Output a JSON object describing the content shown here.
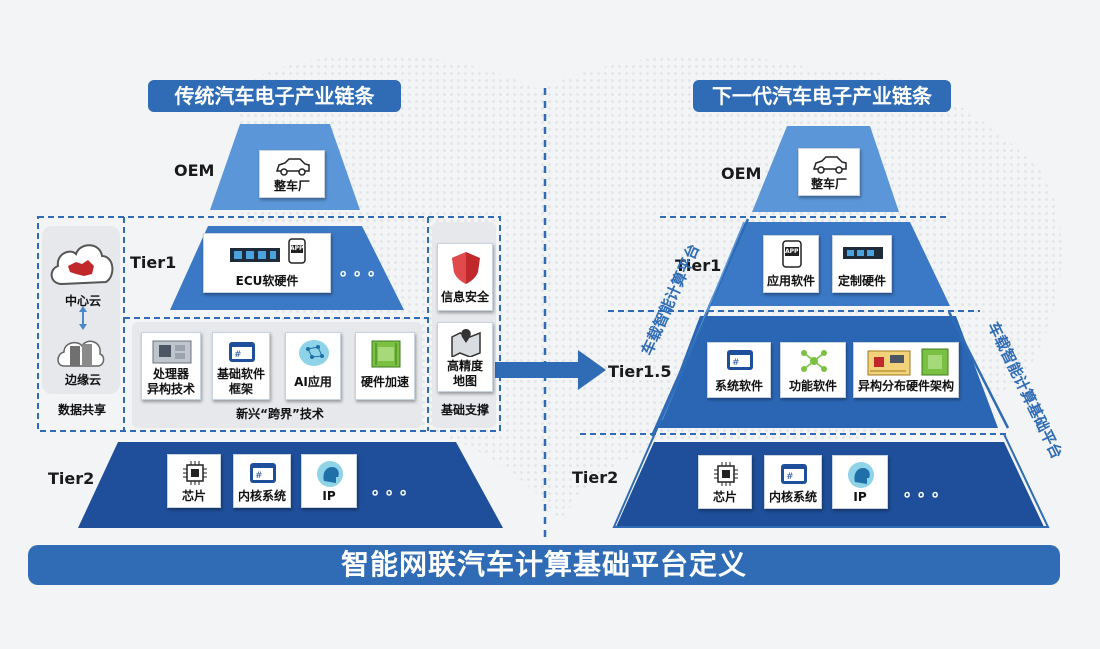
{
  "left_title": "传统汽车电子产业链条",
  "right_title": "下一代汽车电子产业链条",
  "left": {
    "oem_label": "OEM",
    "oem_card": "整车厂",
    "tier1_label": "Tier1",
    "tier1_card": "ECU软硬件",
    "tier1_dots": "。。。",
    "tier1_app_badge": "APP",
    "cloud": {
      "center": "中心云",
      "edge": "边缘云",
      "share": "数据共享"
    },
    "tech": {
      "items": [
        "处理器异构技术",
        "基础软件框架",
        "AI应用",
        "硬件加速"
      ],
      "item_lines": [
        [
          "处理器",
          "异构技术"
        ],
        [
          "基础软件",
          "框架"
        ],
        [
          "AI应用"
        ],
        [
          "硬件加速"
        ]
      ],
      "caption": "新兴“跨界”技术"
    },
    "support": {
      "security": "信息安全",
      "map_lines": [
        "高精度",
        "地图"
      ],
      "caption": "基础支撑"
    },
    "tier2_label": "Tier2",
    "tier2_cards": [
      "芯片",
      "内核系统",
      "IP"
    ],
    "tier2_dots": "。。。"
  },
  "right": {
    "oem_label": "OEM",
    "oem_card": "整车厂",
    "tier1_label": "Tier1",
    "tier1_cards": [
      "应用软件",
      "定制硬件"
    ],
    "tier1_app_badge": "APP",
    "tier15_label": "Tier1.5",
    "tier15_cards": [
      "系统软件",
      "功能软件",
      "异构分布硬件架构"
    ],
    "tier2_label": "Tier2",
    "tier2_cards": [
      "芯片",
      "内核系统",
      "IP"
    ],
    "tier2_dots": "。。。",
    "side_label_left": "车载智能计算平台",
    "side_label_right": "车载智能计算基础平台"
  },
  "banner": "智能网联汽车计算基础平台定义",
  "colors": {
    "light_blue": "#5b97d8",
    "mid_blue": "#3b78c6",
    "dark_blue": "#1f4f9a",
    "title_blue": "#2f6cb5"
  }
}
